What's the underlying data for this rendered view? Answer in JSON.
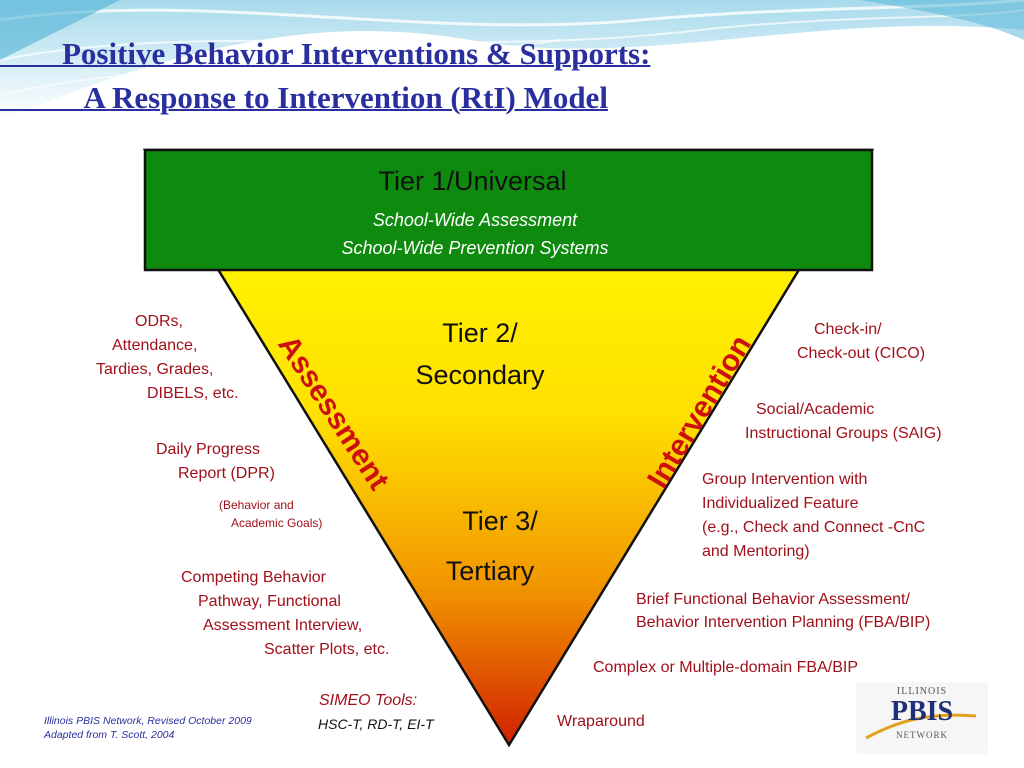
{
  "title": {
    "line1": "Positive Behavior Interventions & Supports:",
    "line2": "A Response to Intervention (RtI) Model"
  },
  "tier1": {
    "heading": "Tier 1/Universal",
    "sub1": "School-Wide Assessment",
    "sub2": "School-Wide Prevention Systems"
  },
  "tier2": {
    "line1": "Tier 2/",
    "line2": "Secondary"
  },
  "tier3": {
    "line1": "Tier 3/",
    "line2": "Tertiary"
  },
  "side_labels": {
    "assessment": "Assessment",
    "intervention": "Intervention"
  },
  "assessment_items": {
    "odrs": [
      "ODRs,",
      "Attendance,",
      "Tardies, Grades,",
      "DIBELS, etc."
    ],
    "dpr": [
      "Daily Progress",
      "Report (DPR)"
    ],
    "dpr_note": [
      "(Behavior and",
      "Academic Goals)"
    ],
    "competing": [
      "Competing Behavior",
      "Pathway, Functional",
      "Assessment Interview,",
      "Scatter Plots, etc."
    ],
    "simeo": [
      "SIMEO Tools:",
      "HSC-T, RD-T, EI-T"
    ]
  },
  "intervention_items": {
    "cico": [
      "Check-in/",
      "Check-out (CICO)"
    ],
    "saig": [
      "Social/Academic",
      "Instructional Groups (SAIG)"
    ],
    "group": [
      "Group Intervention with",
      "Individualized Feature",
      "(e.g., Check and Connect -CnC",
      "and Mentoring)"
    ],
    "fba": [
      "Brief Functional Behavior Assessment/",
      "Behavior Intervention Planning (FBA/BIP)"
    ],
    "complex": "Complex or Multiple-domain FBA/BIP",
    "wrap": "Wraparound"
  },
  "credit": [
    "Illinois PBIS Network, Revised October  2009",
    "Adapted from T. Scott, 2004"
  ],
  "logo": {
    "line1": "ILLINOIS",
    "line2": "PBIS",
    "line3": "NETWORK"
  },
  "colors": {
    "tier1_green": "#0e8a0e",
    "triangle_top": "#ffff00",
    "triangle_bottom": "#d02000",
    "title_blue": "#2a2fa0",
    "side_label_red": "#cc1010"
  }
}
